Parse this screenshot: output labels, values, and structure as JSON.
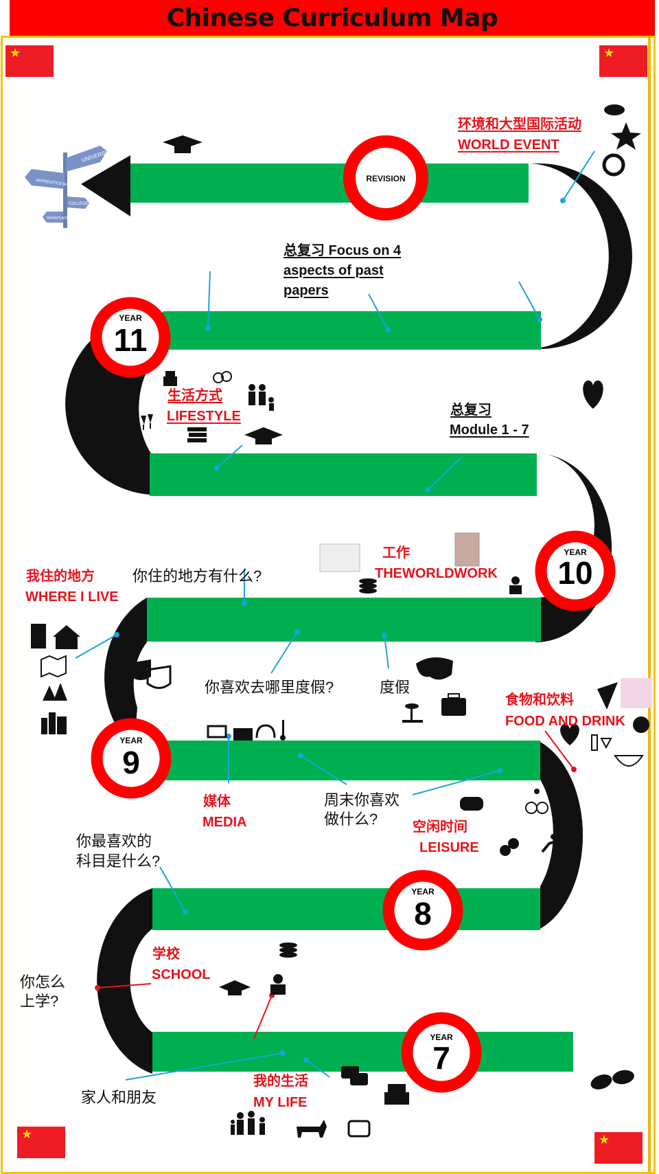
{
  "title": "Chinese Curriculum Map",
  "milestones": {
    "revision": "REVISION",
    "year_label": "YEAR",
    "y11": "11",
    "y10": "10",
    "y9": "9",
    "y8": "8",
    "y7": "7"
  },
  "signpost": {
    "university": "UNIVERSITY",
    "apprenticeship": "APPRENTICESHIP",
    "college": "COLLEGE",
    "workplace": "WORKPLACE"
  },
  "topics": {
    "world_event_cn": "环境和大型国际活动",
    "world_event_en": "WORLD EVENT",
    "revision_focus": [
      "总复习 Focus on 4",
      "aspects of past",
      "papers"
    ],
    "lifestyle_cn": "生活方式",
    "lifestyle_en": "LIFESTYLE",
    "revision_modules": [
      "总复习",
      "Module 1 - 7"
    ],
    "work_cn": "工作",
    "work_en": "THEWORLDWORK",
    "where_live_cn": "我住的地方",
    "where_live_en": "WHERE I LIVE",
    "where_live_q": "你住的地方有什么?",
    "holiday_q": "你喜欢去哪里度假?",
    "holiday": "度假",
    "food_cn": "食物和饮料",
    "food_en": "FOOD AND DRINK",
    "media_cn": "媒体",
    "media_en": "MEDIA",
    "weekend_q": [
      "周末你喜欢",
      "做什么?"
    ],
    "leisure_cn": "空闲时间",
    "leisure_en": "LEISURE",
    "fav_subject_q": [
      "你最喜欢的",
      "科目是什么?"
    ],
    "school_cn": "学校",
    "school_en": "SCHOOL",
    "travel_q": [
      "你怎么",
      "上学?"
    ],
    "my_life_cn": "我的生活",
    "my_life_en": "MY LIFE",
    "family_friends": "家人和朋友"
  },
  "colors": {
    "road": "#00b050",
    "curve": "#111111",
    "ring": "#fe0000",
    "title_bar": "#fe0000",
    "frame": "#f5c400",
    "pointer": "#1aa3d9",
    "topic_red": "#e8121a"
  },
  "icons": [
    "graduation-cap-icon",
    "handshake-icon",
    "wreath-icon",
    "cake-icon",
    "rings-icon",
    "family-icon",
    "champagne-icon",
    "books-icon",
    "heart-icon",
    "coins-icon",
    "worker-icon",
    "building-icon",
    "house-icon",
    "map-icon",
    "trees-icon",
    "city-icon",
    "theatre-masks-icon",
    "world-map-icon",
    "island-icon",
    "suitcase-icon",
    "computer-icon",
    "clapper-icon",
    "headphones-icon",
    "usb-icon",
    "pizza-icon",
    "apple-icon",
    "bottle-icon",
    "noodles-icon",
    "gamepad-icon",
    "cyclist-icon",
    "balls-icon",
    "runner-icon",
    "speech-bubbles-icon",
    "dog-icon",
    "footprints-icon",
    "flag-icon"
  ]
}
